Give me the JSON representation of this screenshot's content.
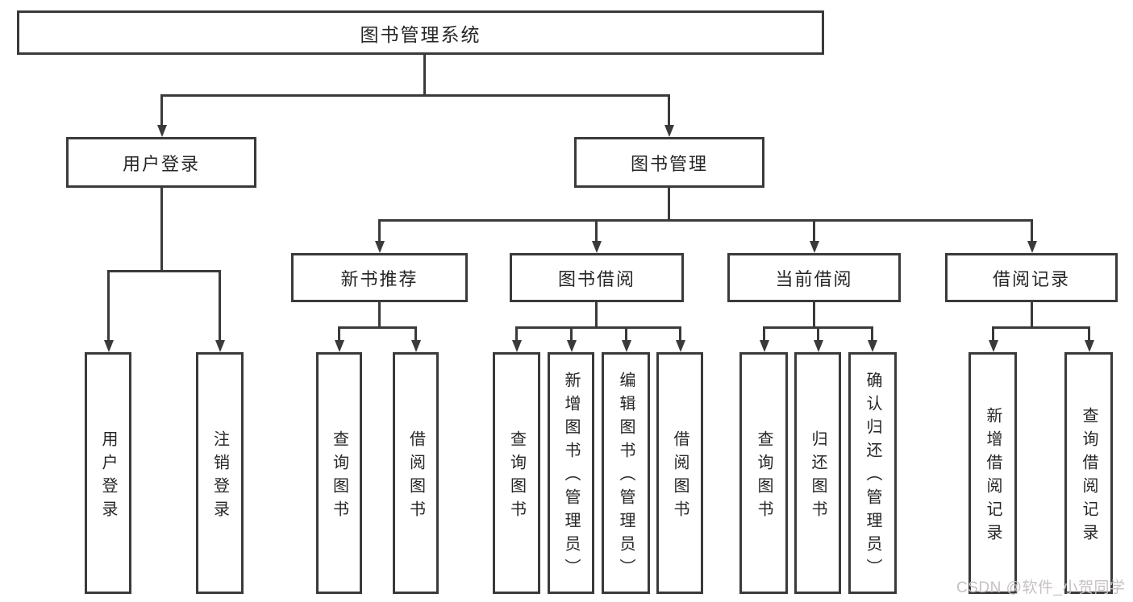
{
  "tree": {
    "root": {
      "label": "图书管理系统"
    },
    "branches": [
      {
        "label": "用户登录",
        "children": [
          {
            "label": "用户登录"
          },
          {
            "label": "注销登录"
          }
        ]
      },
      {
        "label": "图书管理",
        "children": [
          {
            "label": "新书推荐",
            "children": [
              {
                "label": "查询图书"
              },
              {
                "label": "借阅图书"
              }
            ]
          },
          {
            "label": "图书借阅",
            "children": [
              {
                "label": "查询图书"
              },
              {
                "label": "新增图书（管理员）"
              },
              {
                "label": "编辑图书（管理员）"
              },
              {
                "label": "借阅图书"
              }
            ]
          },
          {
            "label": "当前借阅",
            "children": [
              {
                "label": "查询图书"
              },
              {
                "label": "归还图书"
              },
              {
                "label": "确认归还（管理员）"
              }
            ]
          },
          {
            "label": "借阅记录",
            "children": [
              {
                "label": "新增借阅记录"
              },
              {
                "label": "查询借阅记录"
              }
            ]
          }
        ]
      }
    ]
  },
  "watermark": {
    "text": "CSDN @软件_小贺同学"
  },
  "colors": {
    "line": "#3a3a3a",
    "text": "#262626",
    "background": "#ffffff",
    "watermark": "#c7c1c1"
  }
}
